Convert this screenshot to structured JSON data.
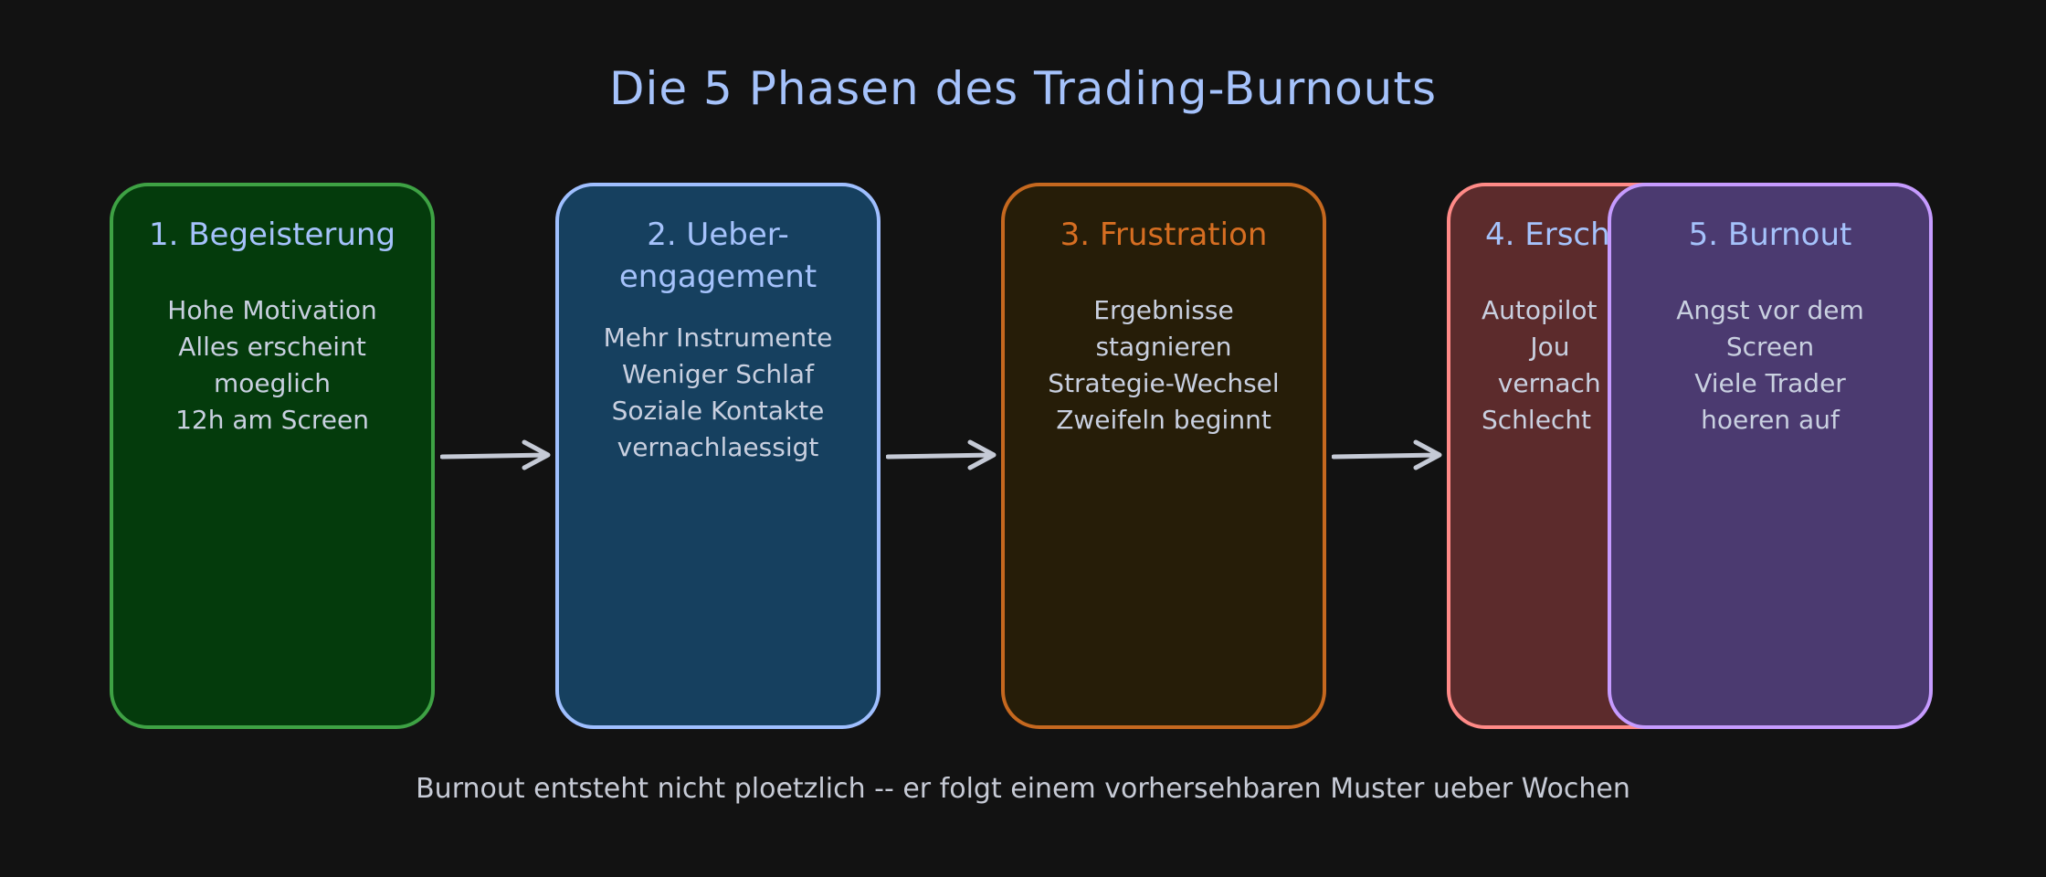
{
  "title": "Die 5 Phasen des Trading-Burnouts",
  "phases": [
    {
      "title": "1. Begeisterung",
      "body": "Hohe Motivation\nAlles erscheint\nmoeglich\n12h am Screen"
    },
    {
      "title": "2. Ueber-\nengagement",
      "body": "Mehr Instrumente\nWeniger Schlaf\nSoziale Kontakte\nvernachlaessigt"
    },
    {
      "title": "3. Frustration",
      "body": "Ergebnisse\nstagnieren\nStrategie-Wechsel\nZweifeln beginnt"
    },
    {
      "title": "4. Ersch",
      "body": "Autopilot\n      Jou\n  vernach\nSchlecht"
    },
    {
      "title": "5. Burnout",
      "body": "Angst vor dem\nScreen\nViele Trader\nhoeren auf"
    }
  ],
  "footer": "Burnout entsteht nicht ploetzlich -- er folgt einem vorhersehbaren Muster ueber Wochen",
  "colors": {
    "background": "#121212",
    "title": "#a5c2fb",
    "arrow": "#c5cad6"
  }
}
